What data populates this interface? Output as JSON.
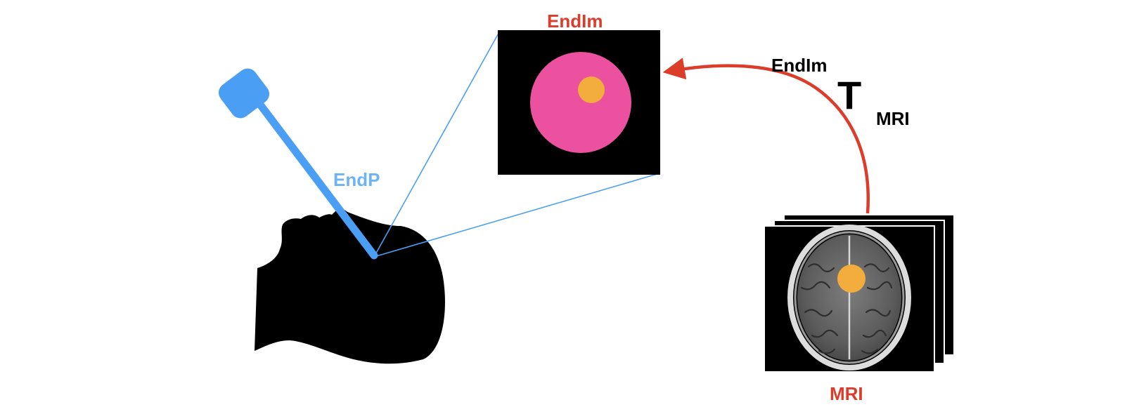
{
  "labels": {
    "endoscope_image": "EndIm",
    "endoscope_pose": "EndP",
    "mri": "MRI",
    "transform_superscript": "EndIm",
    "transform_symbol": "T",
    "transform_subscript": "MRI"
  },
  "colors": {
    "endoscope_image_label": "#dc3d2a",
    "endoscope_pose_label": "#6db4f5",
    "mri_label": "#dc3d2a",
    "transform_text": "#000000",
    "endoscope": "#4a9ff5",
    "view_lines": "#4a9ff5",
    "transform_arrow": "#dc3d2a",
    "endoscope_view_disk": "#ec519f",
    "tumor": "#f2ad3c",
    "head_silhouette": "#000000"
  },
  "icons": {
    "head": "head-silhouette-icon",
    "endoscope": "endoscope-icon",
    "mri_stack": "mri-slice-stack-icon"
  }
}
